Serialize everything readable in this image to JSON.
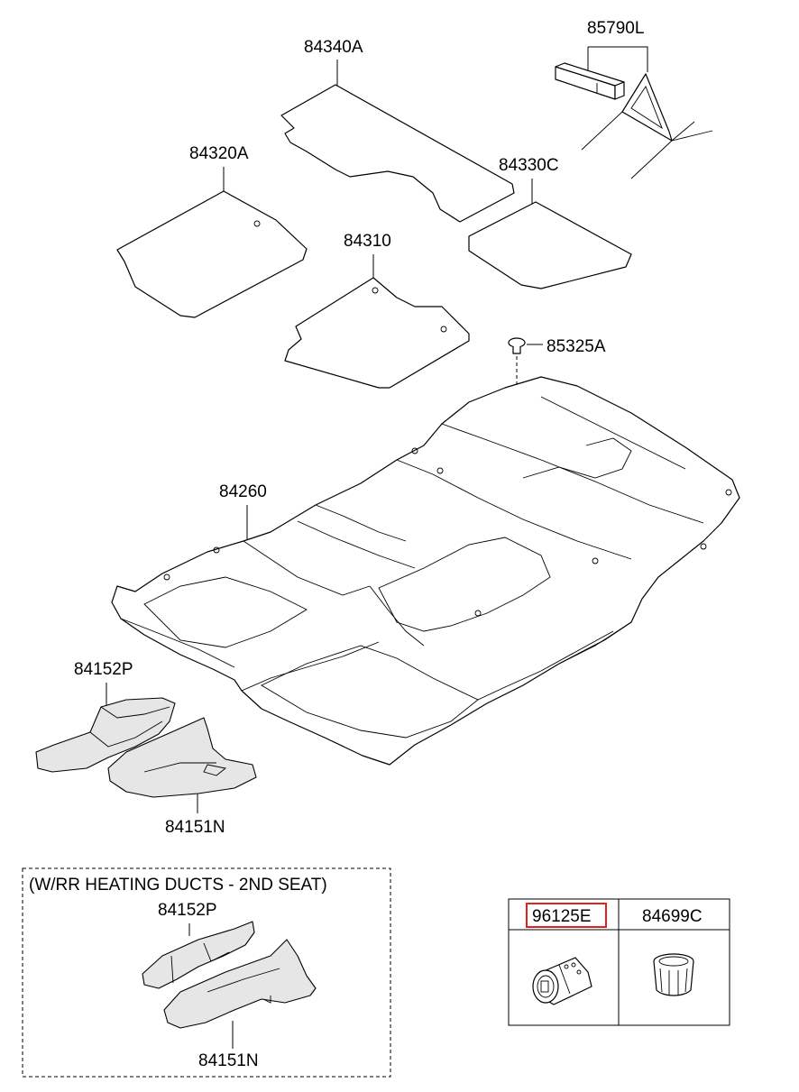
{
  "parts": {
    "p85790L": "85790L",
    "p84340A": "84340A",
    "p84320A": "84320A",
    "p84330C": "84330C",
    "p84310": "84310",
    "p85325A": "85325A",
    "p84260": "84260",
    "p84152P": "84152P",
    "p84151N": "84151N"
  },
  "inset": {
    "title": "(W/RR HEATING DUCTS - 2ND SEAT)",
    "p84152P": "84152P",
    "p84151N": "84151N"
  },
  "table": {
    "col1": "96125E",
    "col2": "84699C"
  },
  "highlight_color": "#e32020"
}
